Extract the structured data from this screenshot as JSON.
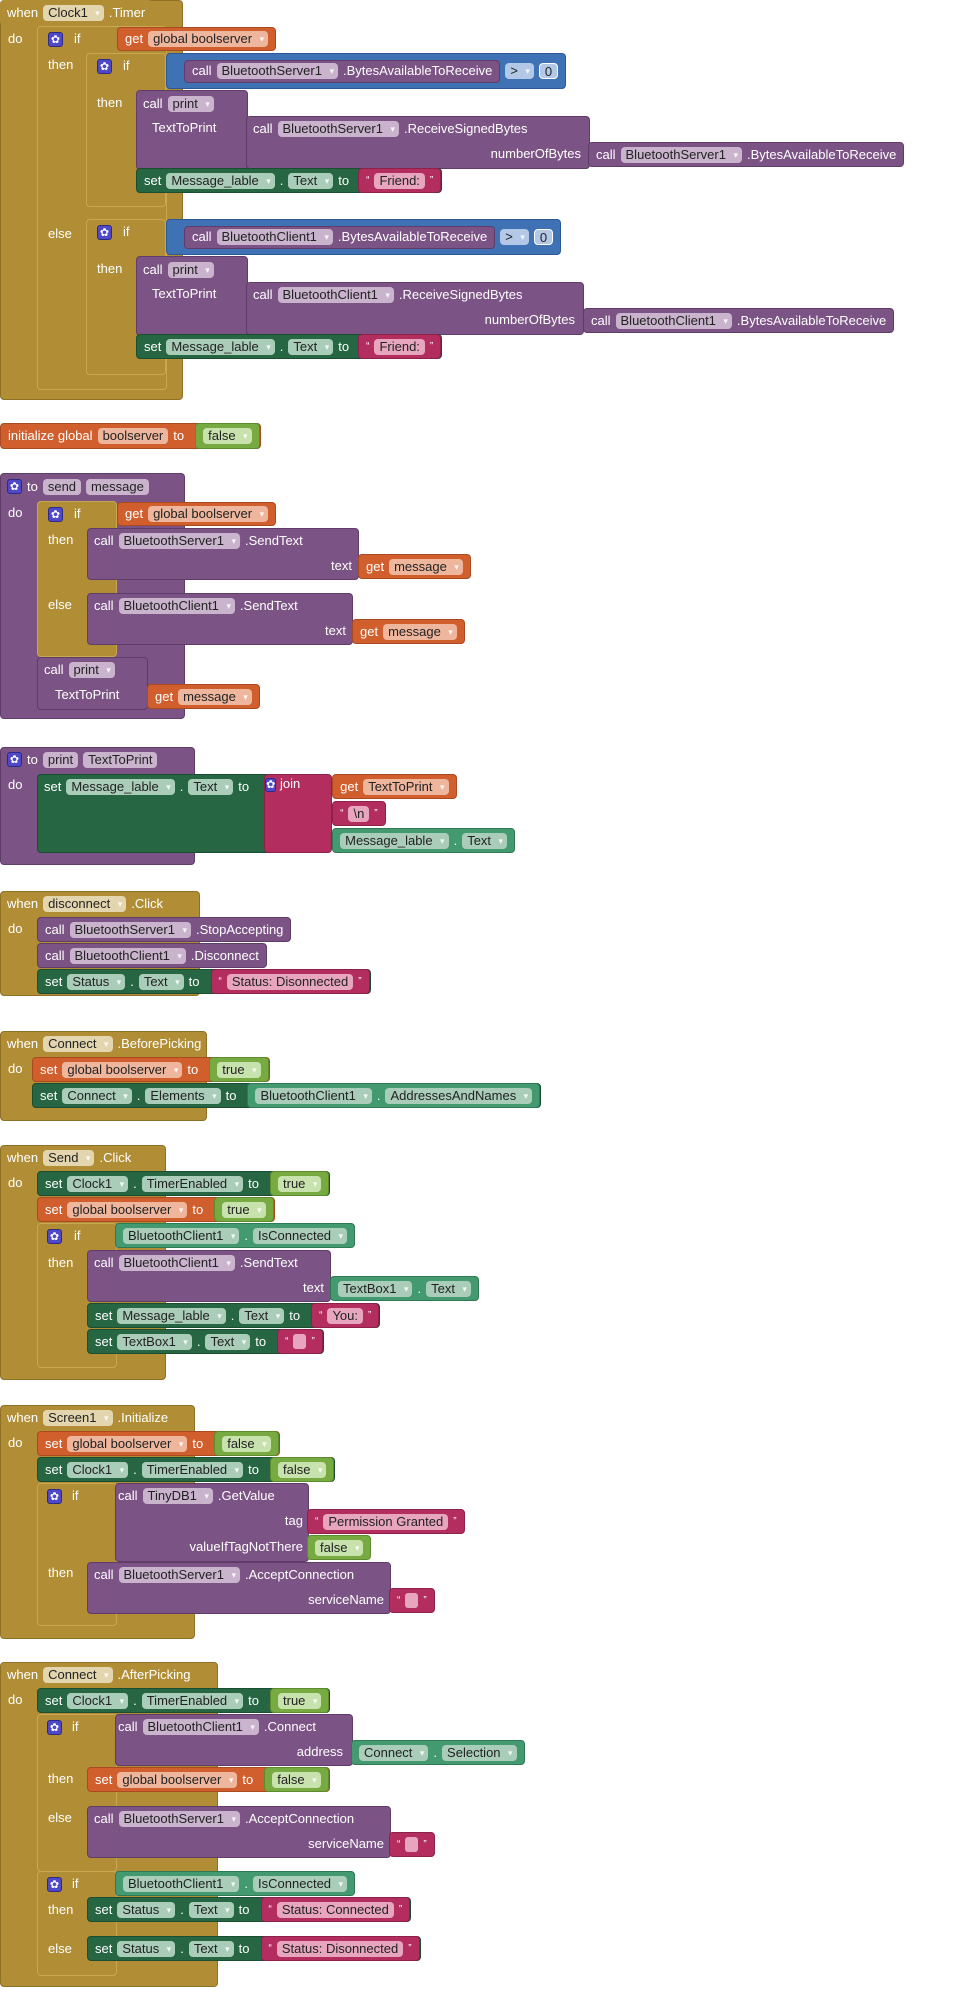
{
  "kw": {
    "when": "when",
    "do": "do",
    "if": "if",
    "then": "then",
    "else": "else",
    "call": "call",
    "set": "set",
    "get": "get",
    "to": "to",
    "dot": ".",
    "join": "join",
    "initialize_global": "initialize global",
    "quote_open": "“",
    "quote_close": "”"
  },
  "blocks": {
    "clock_timer": {
      "component": "Clock1",
      "event": ".Timer",
      "cond_var": "global boolserver",
      "server": {
        "component": "BluetoothServer1",
        "method": ".BytesAvailableToReceive",
        "op": ">",
        "num": "0",
        "print_proc": "print",
        "print_arg": "TextToPrint",
        "recv_component": "BluetoothServer1",
        "recv_method": ".ReceiveSignedBytes",
        "recv_param": "numberOfBytes",
        "bytes_component": "BluetoothServer1",
        "bytes_method": ".BytesAvailableToReceive",
        "set_component": "Message_lable",
        "set_prop": "Text",
        "str": "Friend:"
      },
      "client": {
        "component": "BluetoothClient1",
        "method": ".BytesAvailableToReceive",
        "op": ">",
        "num": "0",
        "print_proc": "print",
        "print_arg": "TextToPrint",
        "recv_component": "BluetoothClient1",
        "recv_method": ".ReceiveSignedBytes",
        "recv_param": "numberOfBytes",
        "bytes_component": "BluetoothClient1",
        "bytes_method": ".BytesAvailableToReceive",
        "set_component": "Message_lable",
        "set_prop": "Text",
        "str": "Friend:"
      }
    },
    "init_global": {
      "name": "boolserver",
      "value": "false"
    },
    "send_proc": {
      "name": "send",
      "param": "message",
      "cond_var": "global boolserver",
      "then_component": "BluetoothServer1",
      "then_method": ".SendText",
      "then_param": "text",
      "then_get": "message",
      "else_component": "BluetoothClient1",
      "else_method": ".SendText",
      "else_param": "text",
      "else_get": "message",
      "print_proc": "print",
      "print_arg": "TextToPrint",
      "print_get": "message"
    },
    "print_proc": {
      "name": "print",
      "param": "TextToPrint",
      "set_component": "Message_lable",
      "set_prop": "Text",
      "join_get": "TextToPrint",
      "join_str": "\\n",
      "join_component": "Message_lable",
      "join_prop": "Text"
    },
    "disconnect_click": {
      "component": "disconnect",
      "event": ".Click",
      "call1_component": "BluetoothServer1",
      "call1_method": ".StopAccepting",
      "call2_component": "BluetoothClient1",
      "call2_method": ".Disconnect",
      "set_component": "Status",
      "set_prop": "Text",
      "str": "Status: Disonnected"
    },
    "connect_before": {
      "component": "Connect",
      "event": ".BeforePicking",
      "set_var": "global boolserver",
      "set_value": "true",
      "set_component": "Connect",
      "set_prop": "Elements",
      "get_component": "BluetoothClient1",
      "get_prop": "AddressesAndNames"
    },
    "send_click": {
      "component": "Send",
      "event": ".Click",
      "set1_component": "Clock1",
      "set1_prop": "TimerEnabled",
      "set1_value": "true",
      "set_var": "global boolserver",
      "set_value": "true",
      "cond_component": "BluetoothClient1",
      "cond_prop": "IsConnected",
      "call_component": "BluetoothClient1",
      "call_method": ".SendText",
      "call_param": "text",
      "arg_component": "TextBox1",
      "arg_prop": "Text",
      "set2_component": "Message_lable",
      "set2_prop": "Text",
      "set2_str": "You:",
      "set3_component": "TextBox1",
      "set3_prop": "Text",
      "set3_str": ""
    },
    "screen_init": {
      "component": "Screen1",
      "event": ".Initialize",
      "set_var": "global boolserver",
      "set_value": "false",
      "set1_component": "Clock1",
      "set1_prop": "TimerEnabled",
      "set1_value": "false",
      "cond_component": "TinyDB1",
      "cond_method": ".GetValue",
      "tag_param": "tag",
      "tag_str": "Permission Granted",
      "default_param": "valueIfTagNotThere",
      "default_value": "false",
      "then_component": "BluetoothServer1",
      "then_method": ".AcceptConnection",
      "then_param": "serviceName",
      "then_str": ""
    },
    "connect_after": {
      "component": "Connect",
      "event": ".AfterPicking",
      "set1_component": "Clock1",
      "set1_prop": "TimerEnabled",
      "set1_value": "true",
      "cond_component": "BluetoothClient1",
      "cond_method": ".Connect",
      "cond_param": "address",
      "addr_component": "Connect",
      "addr_prop": "Selection",
      "then_var": "global boolserver",
      "then_value": "false",
      "else_component": "BluetoothServer1",
      "else_method": ".AcceptConnection",
      "else_param": "serviceName",
      "else_str": "",
      "cond2_component": "BluetoothClient1",
      "cond2_prop": "IsConnected",
      "then2_component": "Status",
      "then2_prop": "Text",
      "then2_str": "Status: Connected",
      "else2_component": "Status",
      "else2_prop": "Text",
      "else2_str": "Status: Disonnected"
    }
  },
  "colors": {
    "control": "#b18e35",
    "procedure": "#7c5385",
    "component_set": "#266643",
    "component_get": "#439970",
    "variable": "#d05f2d",
    "logic": "#77ab41",
    "math": "#3f71b5",
    "text": "#b32d5e",
    "mutator": "#4f49c9"
  }
}
